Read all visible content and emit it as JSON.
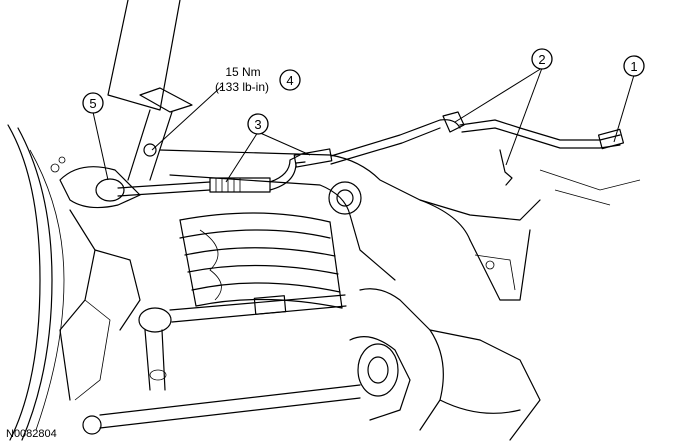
{
  "callouts": [
    {
      "id": "1",
      "label": "1"
    },
    {
      "id": "2",
      "label": "2"
    },
    {
      "id": "3",
      "label": "3"
    },
    {
      "id": "4",
      "label": "4"
    },
    {
      "id": "5",
      "label": "5"
    }
  ],
  "torque_spec": {
    "line1": "15 Nm",
    "line2": "(133 lb-in)"
  },
  "figure_id": "N0082804"
}
